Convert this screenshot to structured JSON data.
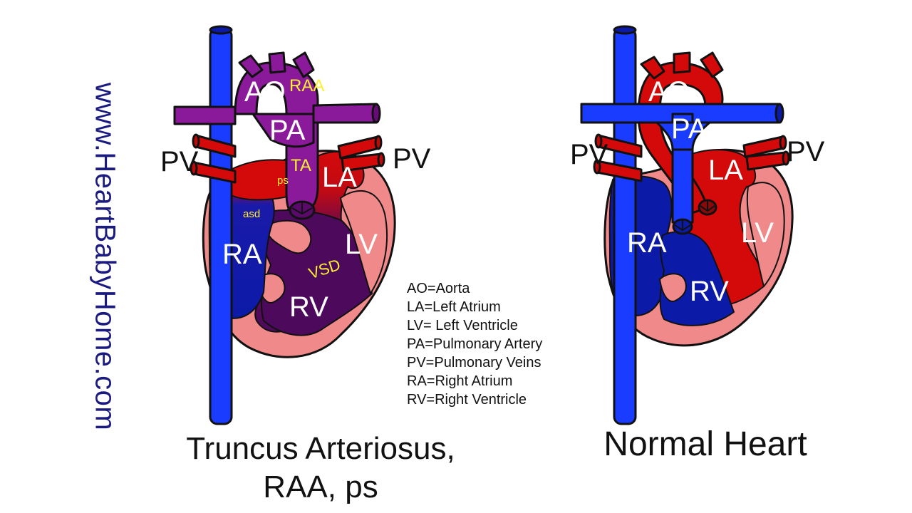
{
  "watermark": "www.HeartBabyHome.com",
  "left_diagram": {
    "labels": {
      "ao": "AO",
      "raa": "RAA",
      "pa": "PA",
      "ta": "TA",
      "ps": "ps",
      "la": "LA",
      "pv_left": "PV",
      "pv_right": "PV",
      "asd": "asd",
      "ra": "RA",
      "lv": "LV",
      "vsd": "VSD",
      "rv": "RV"
    },
    "title_line1": "Truncus Arteriosus,",
    "title_line2": "RAA, ps"
  },
  "right_diagram": {
    "labels": {
      "ao": "AO",
      "pa": "PA",
      "la": "LA",
      "pv_left": "PV",
      "pv_right": "PV",
      "ra": "RA",
      "lv": "LV",
      "rv": "RV"
    },
    "title": "Normal Heart"
  },
  "legend": [
    "AO=Aorta",
    "LA=Left Atrium",
    "LV= Left Ventricle",
    "PA=Pulmonary Artery",
    "PV=Pulmonary Veins",
    "RA=Right Atrium",
    "RV=Right Ventricle"
  ],
  "colors": {
    "oxygenated": "#d40a0a",
    "deoxygenated": "#0c1aa8",
    "mixed": "#4d0a5c",
    "truncus": "#8a1a9a",
    "muscle": "#f08a8a",
    "label_yellow": "#ffee33",
    "watermark": "#1a1a80"
  }
}
